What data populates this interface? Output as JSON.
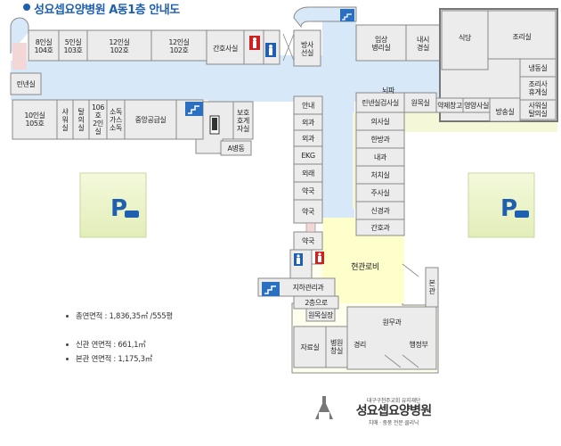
{
  "title": "성요셉요양병원 A동1층 안내도",
  "rooms": {
    "room_104": "8인실\n104호",
    "room_103": "5인실\n103호",
    "room_102a": "12인실\n102호",
    "room_102b": "12인실\n102호",
    "nurse_station": "간호사실",
    "radiology": "방사\n선실",
    "clinical_lab": "임상\n병리실",
    "endoscopy": "내시\n경실",
    "cafeteria": "식당",
    "cooking": "조리실",
    "freezer": "냉동실",
    "cook_lounge": "조리사\n휴게실",
    "shower_office": "사워실\n탈의실",
    "linen_left": "린넨실",
    "room_105": "10인실\n105호",
    "shower_left": "샤\n워\n실",
    "changing_left": "탈\n의\n실",
    "room_106": "106호\n2인\n실",
    "disinfect": "소독\n가스\n소독",
    "central_supply": "중앙공급실",
    "guardian_lounge": "보호\n호게\n자실",
    "a_ward": "A병동",
    "info": "안내",
    "surgery_1": "외과",
    "surgery_2": "외과",
    "ekg": "EKG",
    "outpatient": "외래",
    "pharmacy_1": "약국",
    "pharmacy_2": "약국",
    "pharmacy_3": "약국",
    "brain_wave": "뇌파",
    "linen_lab": "린넨실검사실",
    "record_room": "원목실",
    "pharm_storage": "약제창고",
    "nutrition": "영양사실",
    "dispatch": "방송실",
    "doctor_room": "의사실",
    "oriental": "한방과",
    "internal": "내과",
    "treatment": "처치실",
    "injection": "주사실",
    "neurology": "신경과",
    "nursing_dept": "간호과",
    "main_lobby": "현관로비",
    "main_bldg": "본\n관",
    "basement_mgmt": "지하관리과",
    "floor2_exit": "2층으로",
    "chapel": "원목실장",
    "admin": "원무과",
    "admin_office": "행정부",
    "records": "자료실",
    "ward_room": "병원\n창실",
    "treasury": "경리"
  },
  "stats": {
    "total": "총연면적 : 1,836,35㎡ /555평",
    "new_wing": "신관 연면적 : 661,1㎡",
    "main_wing": "본관 연면적 : 1,175,3㎡"
  },
  "logo": {
    "top": "대구구천주교회 유지재단",
    "name": "성요셉요양병원",
    "sub": "치매 · 중풍 전문 클리닉"
  },
  "parking": {
    "left": "P",
    "right": "P"
  },
  "colors": {
    "corridor": "#d7e8f8",
    "room": "#ececec",
    "wall": "#888888",
    "lobby": "#ffffcc",
    "parking": "#eaf3c2",
    "accent": "#1f5fb0",
    "green_corridor": "#f4f8d8"
  }
}
